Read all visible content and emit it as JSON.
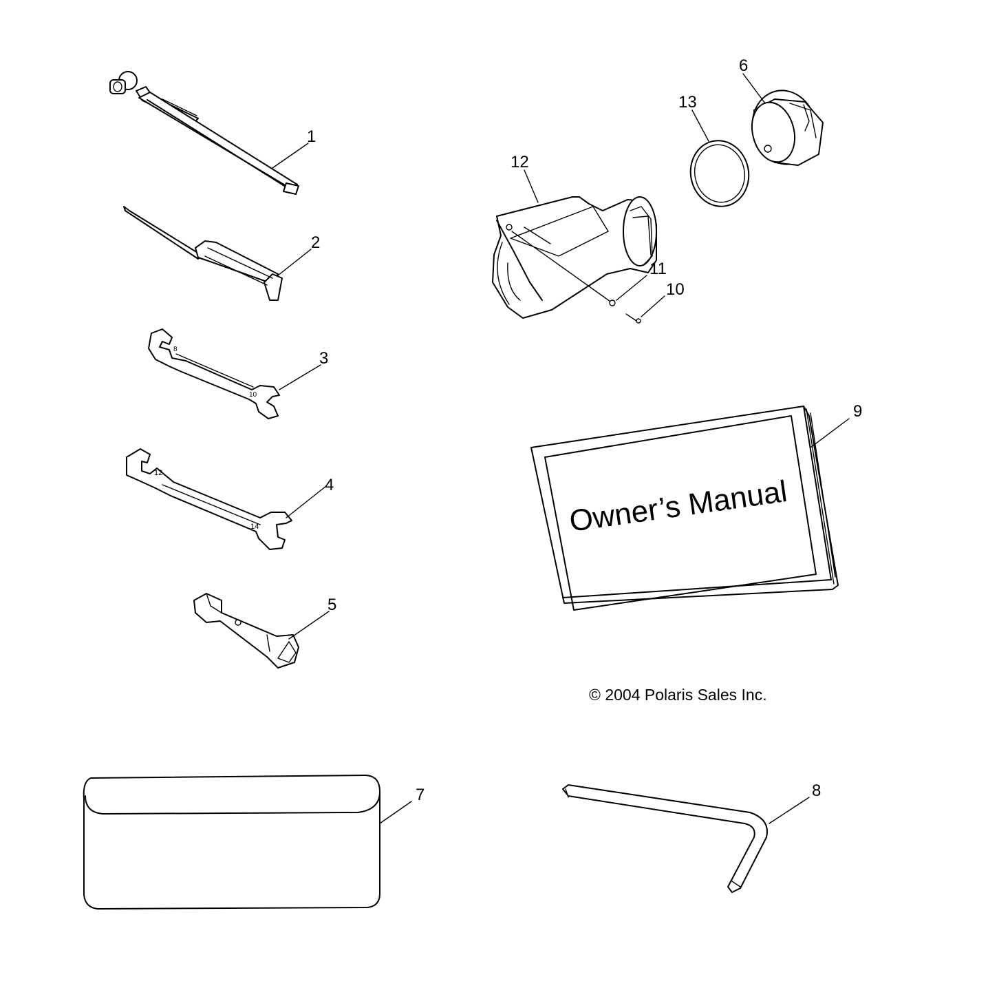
{
  "callouts": {
    "c1": "1",
    "c2": "2",
    "c3": "3",
    "c4": "4",
    "c5": "5",
    "c6": "6",
    "c7": "7",
    "c8": "8",
    "c9": "9",
    "c10": "10",
    "c11": "11",
    "c12": "12",
    "c13": "13"
  },
  "manual": {
    "cover_title": "Owner’s Manual"
  },
  "copyright": "© 2004 Polaris Sales Inc.",
  "wrench_markings": {
    "w3_small": "8",
    "w3_large": "10",
    "w4_small": "12",
    "w4_large": "14"
  }
}
